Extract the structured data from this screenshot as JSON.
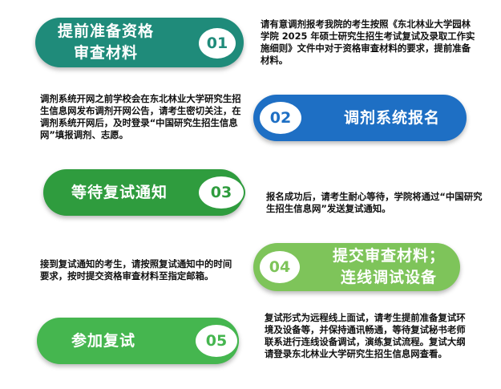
{
  "steps": [
    {
      "number": "01",
      "title": [
        "提前准备资格",
        "审查材料"
      ],
      "color": "#1f8b7a",
      "description": "请有意调剂报考我院的考生按照《东北林业大学园林学院 2025 年硕士研究生招生考试复试及录取工作实施细则》文件中对于资格审查材料的要求，提前准备材料。"
    },
    {
      "number": "02",
      "title": [
        "调剂系统报名"
      ],
      "color": "#1e6fc4",
      "description": "调剂系统开网之前学校会在东北林业大学研究生招生信息网发布调剂开网公告，请考生密切关注，在调剂系统开网后，及时登录“中国研究生招生信息网”填报调剂、志愿。"
    },
    {
      "number": "03",
      "title": [
        "等待复试通知"
      ],
      "color": "#2f9c3e",
      "description": "报名成功后，请考生耐心等待，学院将通过“中国研究生招生信息网”发送复试通知。"
    },
    {
      "number": "04",
      "title": [
        "提交审查材料；",
        "连线调试设备"
      ],
      "color": "#7ec45a",
      "description": "接到复试通知的考生，请按照复试通知中的时间要求，按时提交资格审查材料至指定邮箱。"
    },
    {
      "number": "05",
      "title": [
        "参加复试"
      ],
      "color": "#45b64f",
      "description": "复试形式为远程线上面试，请考生提前准备复试环境及设备等，并保持通讯畅通，等待复试秘书老师联系进行连线设备调试，演练复试流程。复试大纲请登录东北林业大学研究生招生信息网查看。"
    }
  ]
}
